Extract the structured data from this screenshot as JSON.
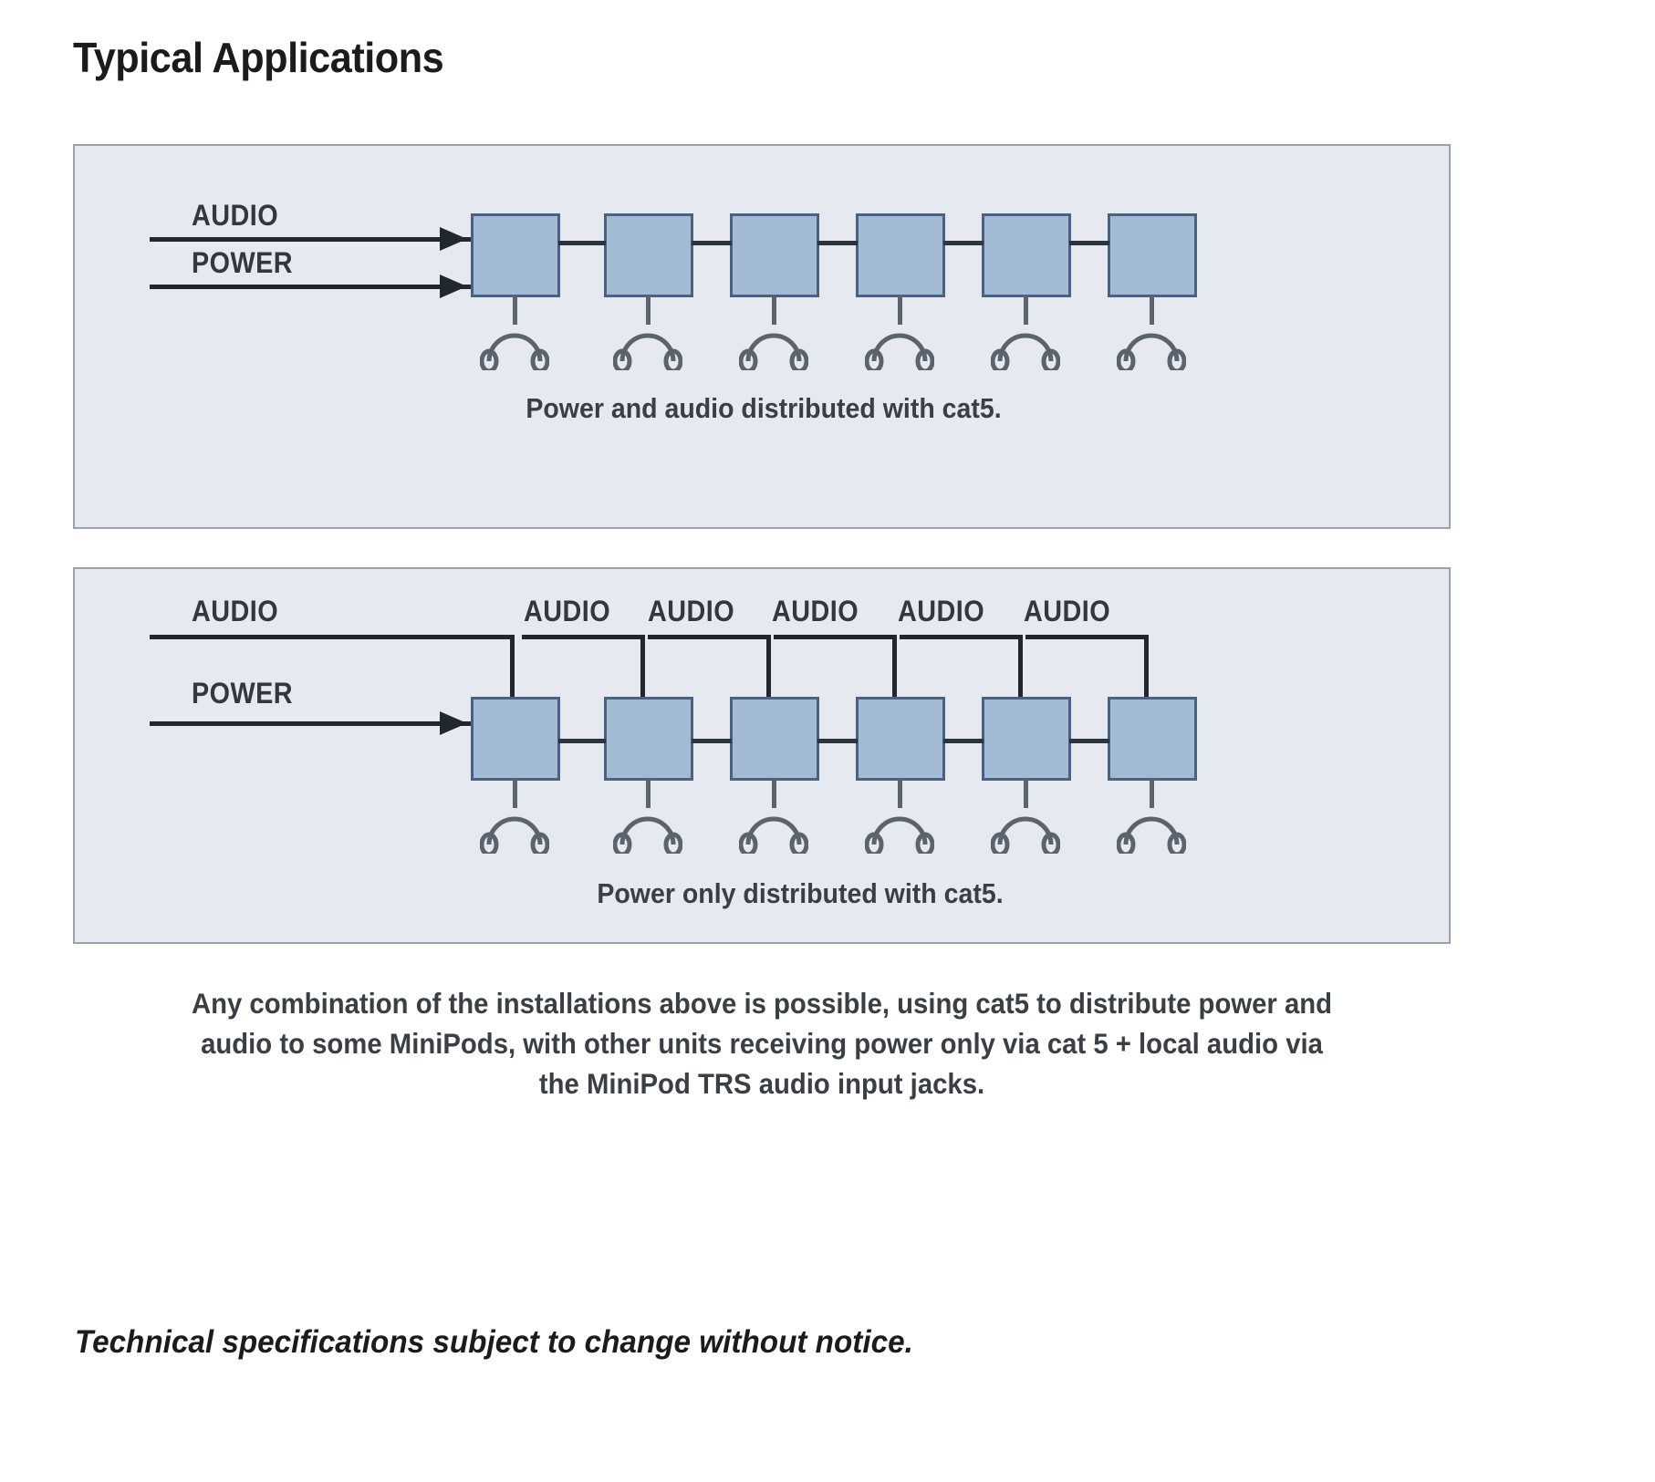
{
  "page": {
    "title": "Typical Applications",
    "footer_note": "Technical specifications subject to change without notice."
  },
  "panel_1": {
    "name": "power-and-audio-over-cat5",
    "input_labels": [
      "AUDIO",
      "POWER"
    ],
    "caption": "Power and audio distributed with cat5.",
    "unit_count": 6,
    "unit_name": "MiniPod"
  },
  "panel_2": {
    "name": "power-only-over-cat5",
    "input_labels": [
      "AUDIO",
      "POWER"
    ],
    "per_unit_audio_labels": [
      "AUDIO",
      "AUDIO",
      "AUDIO",
      "AUDIO",
      "AUDIO"
    ],
    "caption": "Power only distributed with cat5.",
    "unit_count": 6,
    "unit_name": "MiniPod"
  },
  "body_note": {
    "line_1": "Any combination of the installations above is possible, using cat5 to distribute power and",
    "line_2": "audio to some MiniPods, with other units receiving power only via cat 5 + local audio via",
    "line_3": "the MiniPod TRS audio input jacks."
  },
  "colors": {
    "panel_fill": "#e6eaf0",
    "panel_border": "#9aa2ab",
    "unit_fill": "#a3bad5",
    "unit_border": "#48627f",
    "line": "#20272f",
    "text": "#3a3f45",
    "title": "#1b1b1b"
  }
}
